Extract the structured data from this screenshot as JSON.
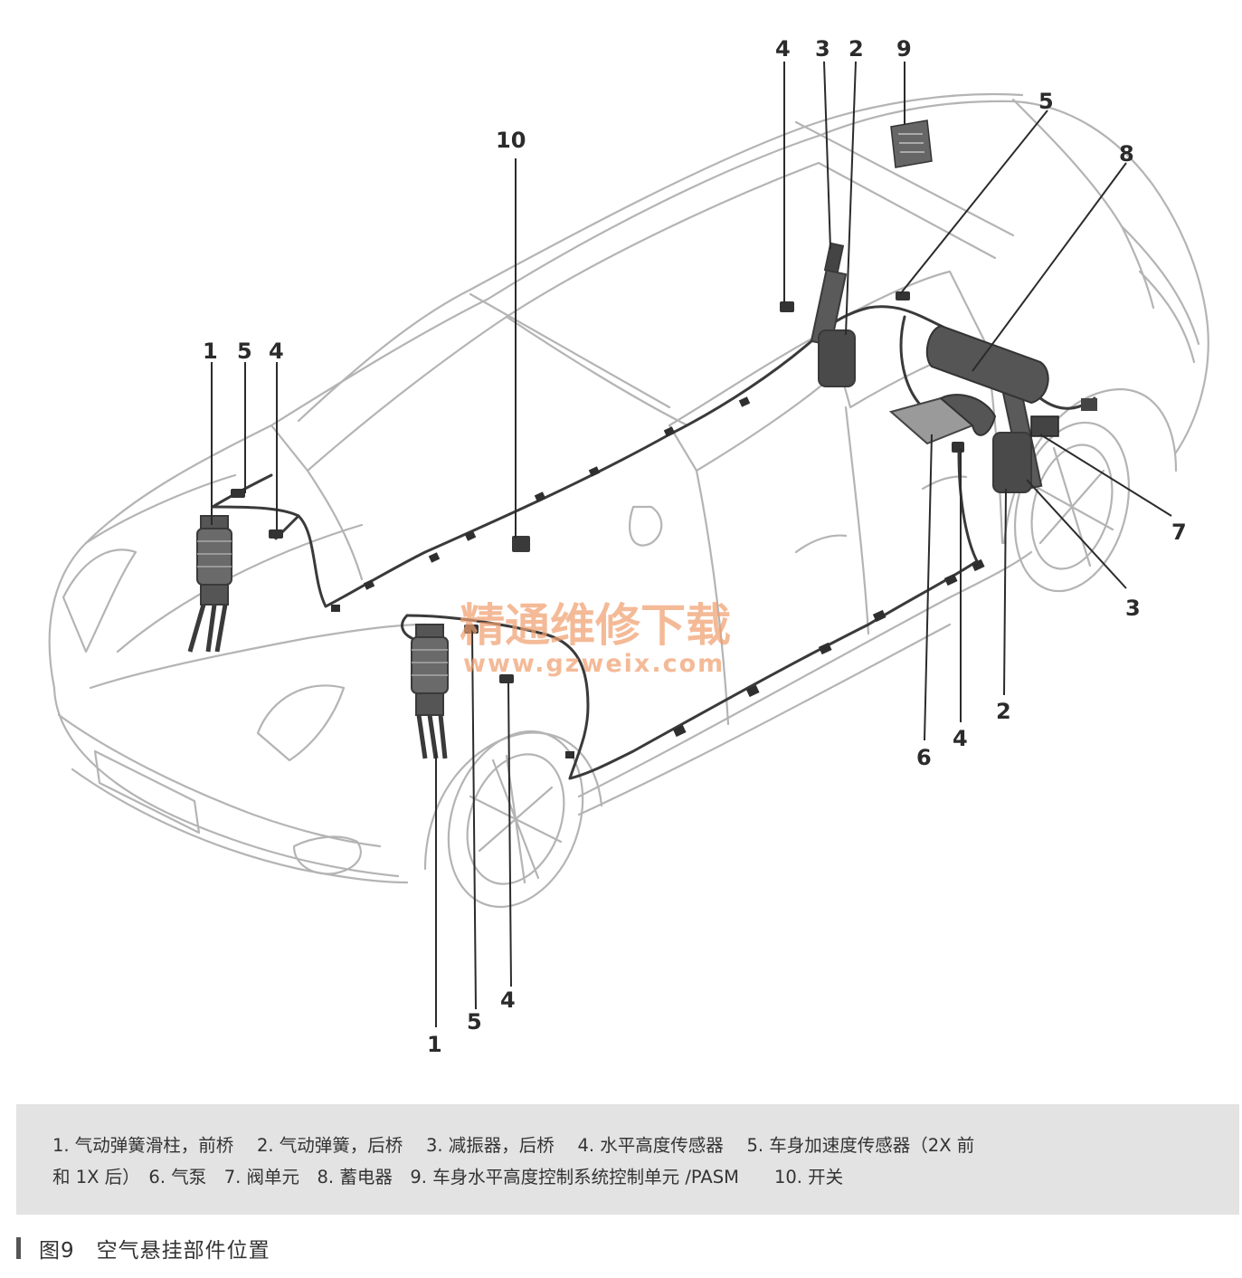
{
  "watermark": {
    "title": "精通维修下载",
    "url": "www.gzweix.com"
  },
  "callouts": [
    {
      "id": "c-1-front-left",
      "label": "1"
    },
    {
      "id": "c-5-front-left",
      "label": "5"
    },
    {
      "id": "c-4-front-left",
      "label": "4"
    },
    {
      "id": "c-10",
      "label": "10"
    },
    {
      "id": "c-4-rear-top",
      "label": "4"
    },
    {
      "id": "c-3-rear-top",
      "label": "3"
    },
    {
      "id": "c-2-rear-top",
      "label": "2"
    },
    {
      "id": "c-9",
      "label": "9"
    },
    {
      "id": "c-5-rear",
      "label": "5"
    },
    {
      "id": "c-8",
      "label": "8"
    },
    {
      "id": "c-7",
      "label": "7"
    },
    {
      "id": "c-3-rear-right",
      "label": "3"
    },
    {
      "id": "c-2-rear-bottom",
      "label": "2"
    },
    {
      "id": "c-4-rear-bottom",
      "label": "4"
    },
    {
      "id": "c-6",
      "label": "6"
    },
    {
      "id": "c-1-front-right",
      "label": "1"
    },
    {
      "id": "c-5-front-right",
      "label": "5"
    },
    {
      "id": "c-4-front-right",
      "label": "4"
    }
  ],
  "legend": {
    "line1": "1. 气动弹簧滑柱，前桥　 2. 气动弹簧，后桥　 3. 减振器，后桥　 4. 水平高度传感器　 5. 车身加速度传感器（2X 前",
    "line2": "和 1X 后）　6. 气泵　7. 阀单元　8. 蓄电器　9. 车身水平高度控制系统控制单元 /PASM　　10. 开关"
  },
  "caption": "图9　空气悬挂部件位置",
  "colors": {
    "outline": "#b4b4b4",
    "component": "#4a4a4a",
    "harness": "#3a3a3a",
    "legend_bg": "#e3e3e3",
    "watermark": "#f0a070"
  }
}
